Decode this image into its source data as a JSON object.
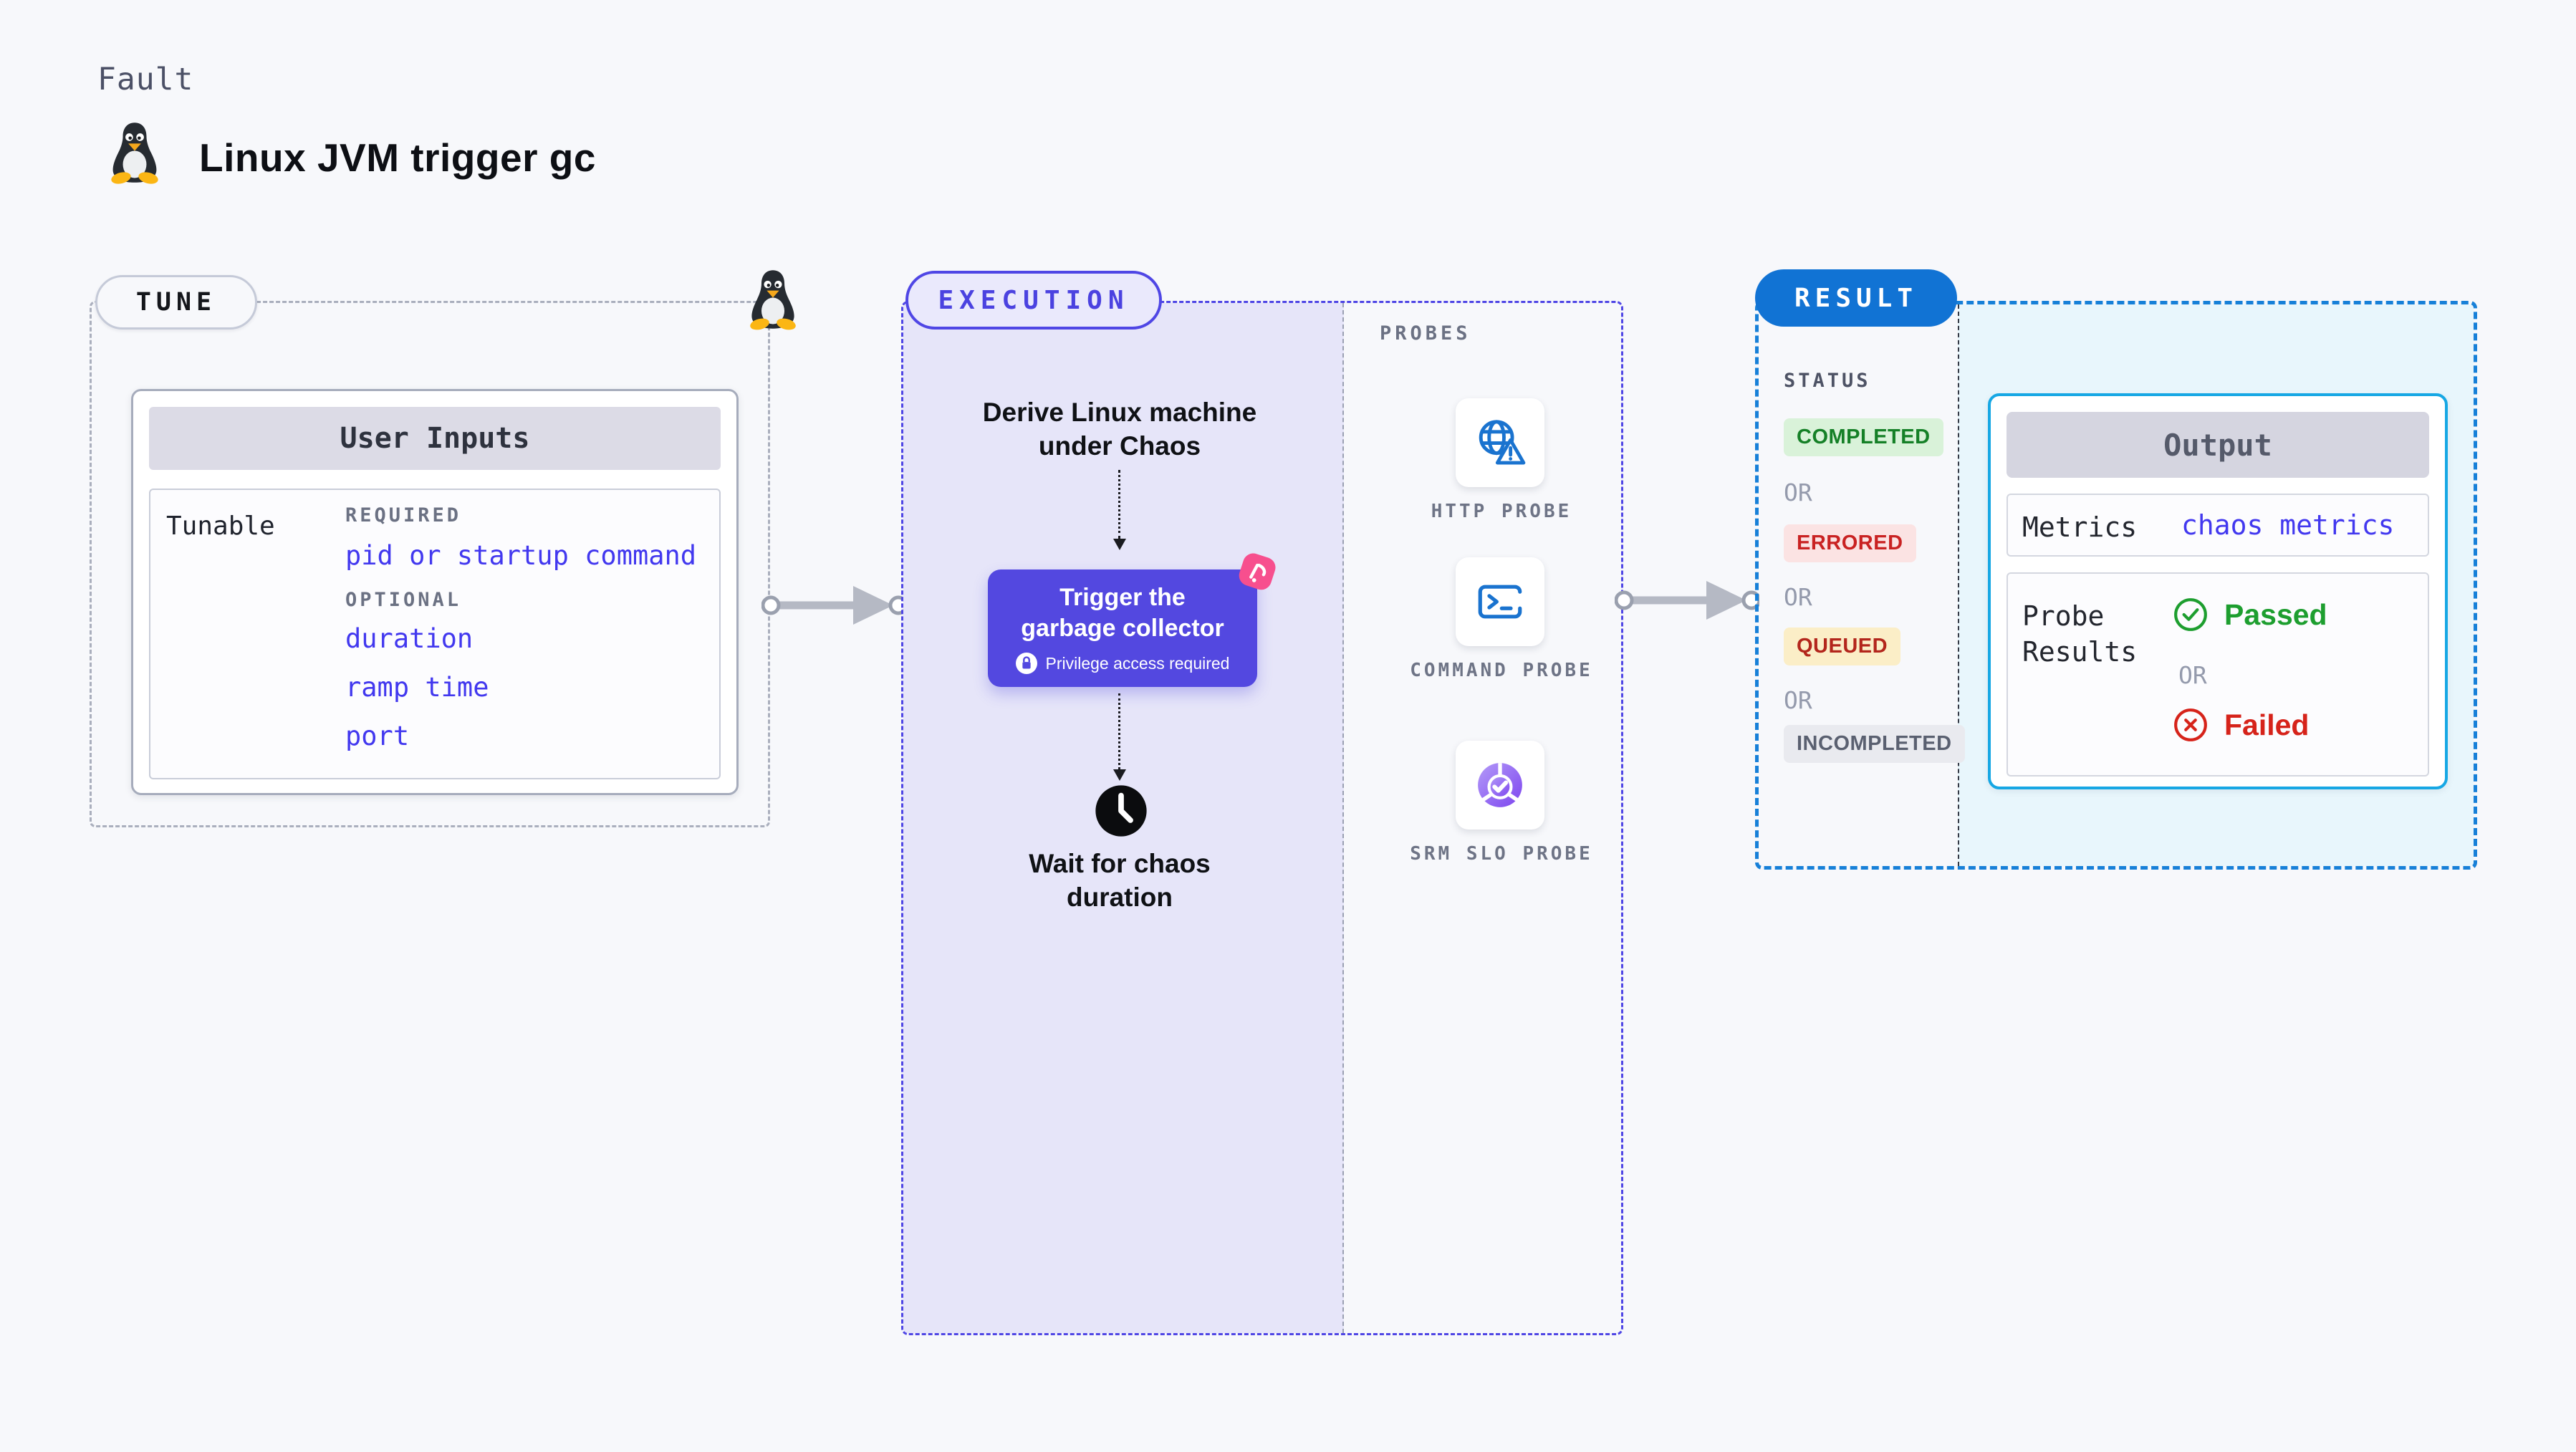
{
  "header": {
    "kicker": "Fault",
    "title": "Linux JVM trigger gc",
    "icon": "linux-tux"
  },
  "tune": {
    "badge": "TUNE",
    "user_inputs": {
      "title": "User Inputs",
      "row_label": "Tunable",
      "required_label": "REQUIRED",
      "required_items": [
        "pid or startup command"
      ],
      "optional_label": "OPTIONAL",
      "optional_items": [
        "duration",
        "ramp time",
        "port"
      ]
    }
  },
  "execution": {
    "badge": "EXECUTION",
    "derive_lines": [
      "Derive Linux machine",
      "under Chaos"
    ],
    "action_lines": [
      "Trigger the",
      "garbage collector"
    ],
    "privilege_note": "Privilege access required",
    "wait_lines": [
      "Wait for chaos",
      "duration"
    ],
    "probes": {
      "label": "PROBES",
      "items": [
        {
          "label": "HTTP PROBE",
          "icon": "globe-alert-icon"
        },
        {
          "label": "COMMAND PROBE",
          "icon": "terminal-icon"
        },
        {
          "label": "SRM SLO PROBE",
          "icon": "slo-donut-icon"
        }
      ]
    }
  },
  "result": {
    "badge": "RESULT",
    "status_label": "STATUS",
    "or_label": "OR",
    "statuses": [
      {
        "label": "COMPLETED",
        "fg": "#158027",
        "bg": "#d9f2d9"
      },
      {
        "label": "ERRORED",
        "fg": "#c92222",
        "bg": "#fbe3e3"
      },
      {
        "label": "QUEUED",
        "fg": "#b3261c",
        "bg": "#fbeec7"
      },
      {
        "label": "INCOMPLETED",
        "fg": "#5a6070",
        "bg": "#e9eaef"
      }
    ],
    "output": {
      "title": "Output",
      "metrics_label": "Metrics",
      "metrics_value": "chaos metrics",
      "probe_results_lines": [
        "Probe",
        "Results"
      ],
      "passed_label": "Passed",
      "failed_label": "Failed"
    }
  },
  "colors": {
    "page_bg": "#f7f8fb",
    "accent_indigo": "#4f46e5",
    "execution_fill": "#e6e5f9",
    "action_purple": "#5348e0",
    "chaos_pink": "#f74f8e",
    "result_blue": "#1173d4",
    "result_dash_blue": "#1780d8",
    "result_fill_cyan": "#e8f6fc",
    "output_border_cyan": "#16a7e4",
    "probe_icon_blue": "#1a73cf",
    "param_blue": "#4238ef",
    "passed_green": "#1d9e2f",
    "failed_red": "#d6231a"
  }
}
